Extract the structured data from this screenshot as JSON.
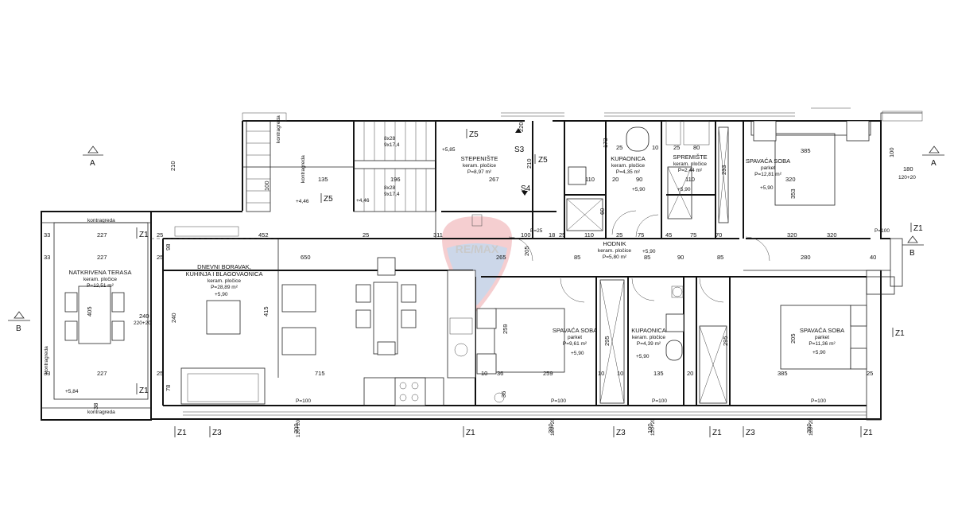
{
  "sections": {
    "a": "A",
    "b": "B"
  },
  "rooms": {
    "terasa": {
      "name": "NATKRIVENA TERASA",
      "floor": "keram. pločice",
      "area": "P=12,51 m²",
      "level": "+5,84"
    },
    "boravak": {
      "name1": "DNEVNI BORAVAK,",
      "name2": "KUHINJA I BLAGOVAONICA",
      "floor": "keram. pločice",
      "area": "P=28,89 m²",
      "level": "+5,90"
    },
    "stepeniste": {
      "name": "STEPENIŠTE",
      "floor": "keram. pločice",
      "area": "P=8,97 m²",
      "level": "+5,85"
    },
    "kupaonica1": {
      "name": "KUPAONICA",
      "floor": "keram. pločice",
      "area": "P=4,35 m²",
      "level": "+5,90"
    },
    "spremiste": {
      "name": "SPREMIŠTE",
      "floor": "keram. pločice",
      "area": "P=2,44 m²",
      "level": "+5,90"
    },
    "spavaca1": {
      "name": "SPAVAĆA SOBA",
      "floor": "parket",
      "area": "P=12,81 m²",
      "level": "+5,90"
    },
    "hodnik": {
      "name": "HODNIK",
      "floor": "keram. pločice",
      "area": "P=5,80 m²",
      "level": "+5,90"
    },
    "spavaca2": {
      "name": "SPAVAĆA SOBA",
      "floor": "parket",
      "area": "P=9,61 m²",
      "level": "+5,90"
    },
    "kupaonica2": {
      "name": "KUPAONICA",
      "floor": "keram. pločice",
      "area": "P=4,39 m²",
      "level": "+5,90"
    },
    "spavaca3": {
      "name": "SPAVAĆA SOBA",
      "floor": "parket",
      "area": "P=11,36 m²",
      "level": "+5,90"
    }
  },
  "zones": {
    "z1": "Z1",
    "z3": "Z3",
    "z5": "Z5",
    "s3": "S3",
    "s4": "S4"
  },
  "labels": {
    "kontragreda": "kontragreda",
    "stairs1": "8x28",
    "stairs1b": "9x17,4",
    "level_446": "+4,46",
    "p100": "P=100",
    "p25": "P=25",
    "w120x20": "120+20",
    "w220x20": "220+20"
  },
  "dims": {
    "d227": "227",
    "d25": "25",
    "d33": "33",
    "d452": "452",
    "d311": "311",
    "d650": "650",
    "d265": "265",
    "d715": "715",
    "d415": "415",
    "d405": "405",
    "d240": "240",
    "d135": "135",
    "d196": "196",
    "d267": "267",
    "d210": "210",
    "d100": "100",
    "d110": "110",
    "d75": "75",
    "d45": "45",
    "d70": "70",
    "d320": "320",
    "d385": "385",
    "d353": "353",
    "d180": "180",
    "d280": "280",
    "d40": "40",
    "d85": "85",
    "d90": "90",
    "d10": "10",
    "d18": "18",
    "d259": "259",
    "d36": "36",
    "d205": "205",
    "d295": "295",
    "d20": "20",
    "d38": "38",
    "d78": "78",
    "d98": "98",
    "d173": "173",
    "d80": "80",
    "d60": "60",
    "d200": "200",
    "d300": "300",
    "d233": "233",
    "d220": "220"
  },
  "watermark": {
    "text": "RE/MAX",
    "color": "#d4242f"
  }
}
